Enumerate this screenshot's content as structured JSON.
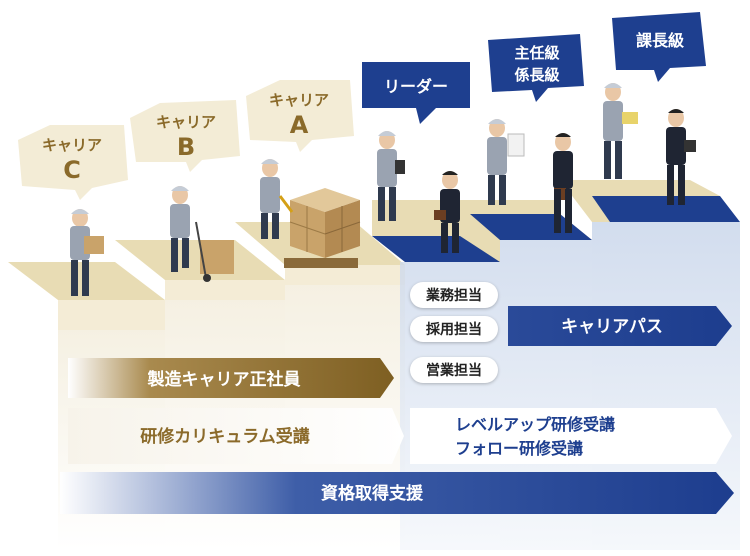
{
  "bubbles": {
    "career_c": {
      "line1": "キャリア",
      "line2": "C"
    },
    "career_b": {
      "line1": "キャリア",
      "line2": "B"
    },
    "career_a": {
      "line1": "キャリア",
      "line2": "A"
    },
    "leader": "リーダー",
    "chief": {
      "line1": "主任級",
      "line2": "係長級"
    },
    "manager": "課長級"
  },
  "pills": [
    "業務担当",
    "採用担当",
    "営業担当"
  ],
  "bands": {
    "career_path": "キャリアパス",
    "regular_employee": "製造キャリア正社員",
    "curriculum": "研修カリキュラム受講",
    "levelup_1": "レベルアップ研修受講",
    "levelup_2": "フォロー研修受講",
    "qualification": "資格取得支援"
  },
  "colors": {
    "navy": "#1e3f8f",
    "gold": "#8b6a2a",
    "beige_top": "#e8dcb4",
    "beige_face": "#f6f0df",
    "bubble_beige": "#f3ecd6",
    "pale_blue": "#e6ecf5"
  }
}
